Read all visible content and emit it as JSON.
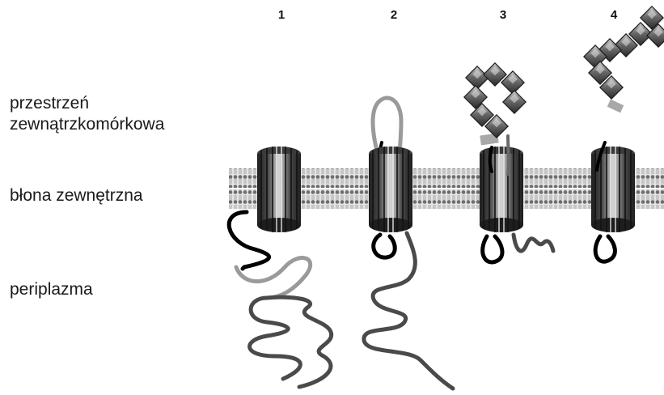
{
  "labels": {
    "extracellular": "przestrzeń\nzewnątrzkomórkowa",
    "membrane": "błona zewnętrzna",
    "periplasm": "periplazma"
  },
  "stages": [
    "1",
    "2",
    "3",
    "4"
  ],
  "colors": {
    "membrane_head": "#7a7a7a",
    "membrane_core": "#e6e6e6",
    "barrel_dark": "#2c2c2c",
    "barrel_light": "#bcbcbc",
    "linker_black": "#000000",
    "passenger_light": "#9a9a9a",
    "passenger_dark": "#4a4a4a",
    "domain_fill": "#5a5a5a",
    "domain_highlight": "#c8c8c8",
    "anchor_light": "#a8a8a8"
  },
  "icons": [
    "beta-barrel-icon",
    "folded-domain-icon",
    "lipid-bilayer-icon"
  ]
}
